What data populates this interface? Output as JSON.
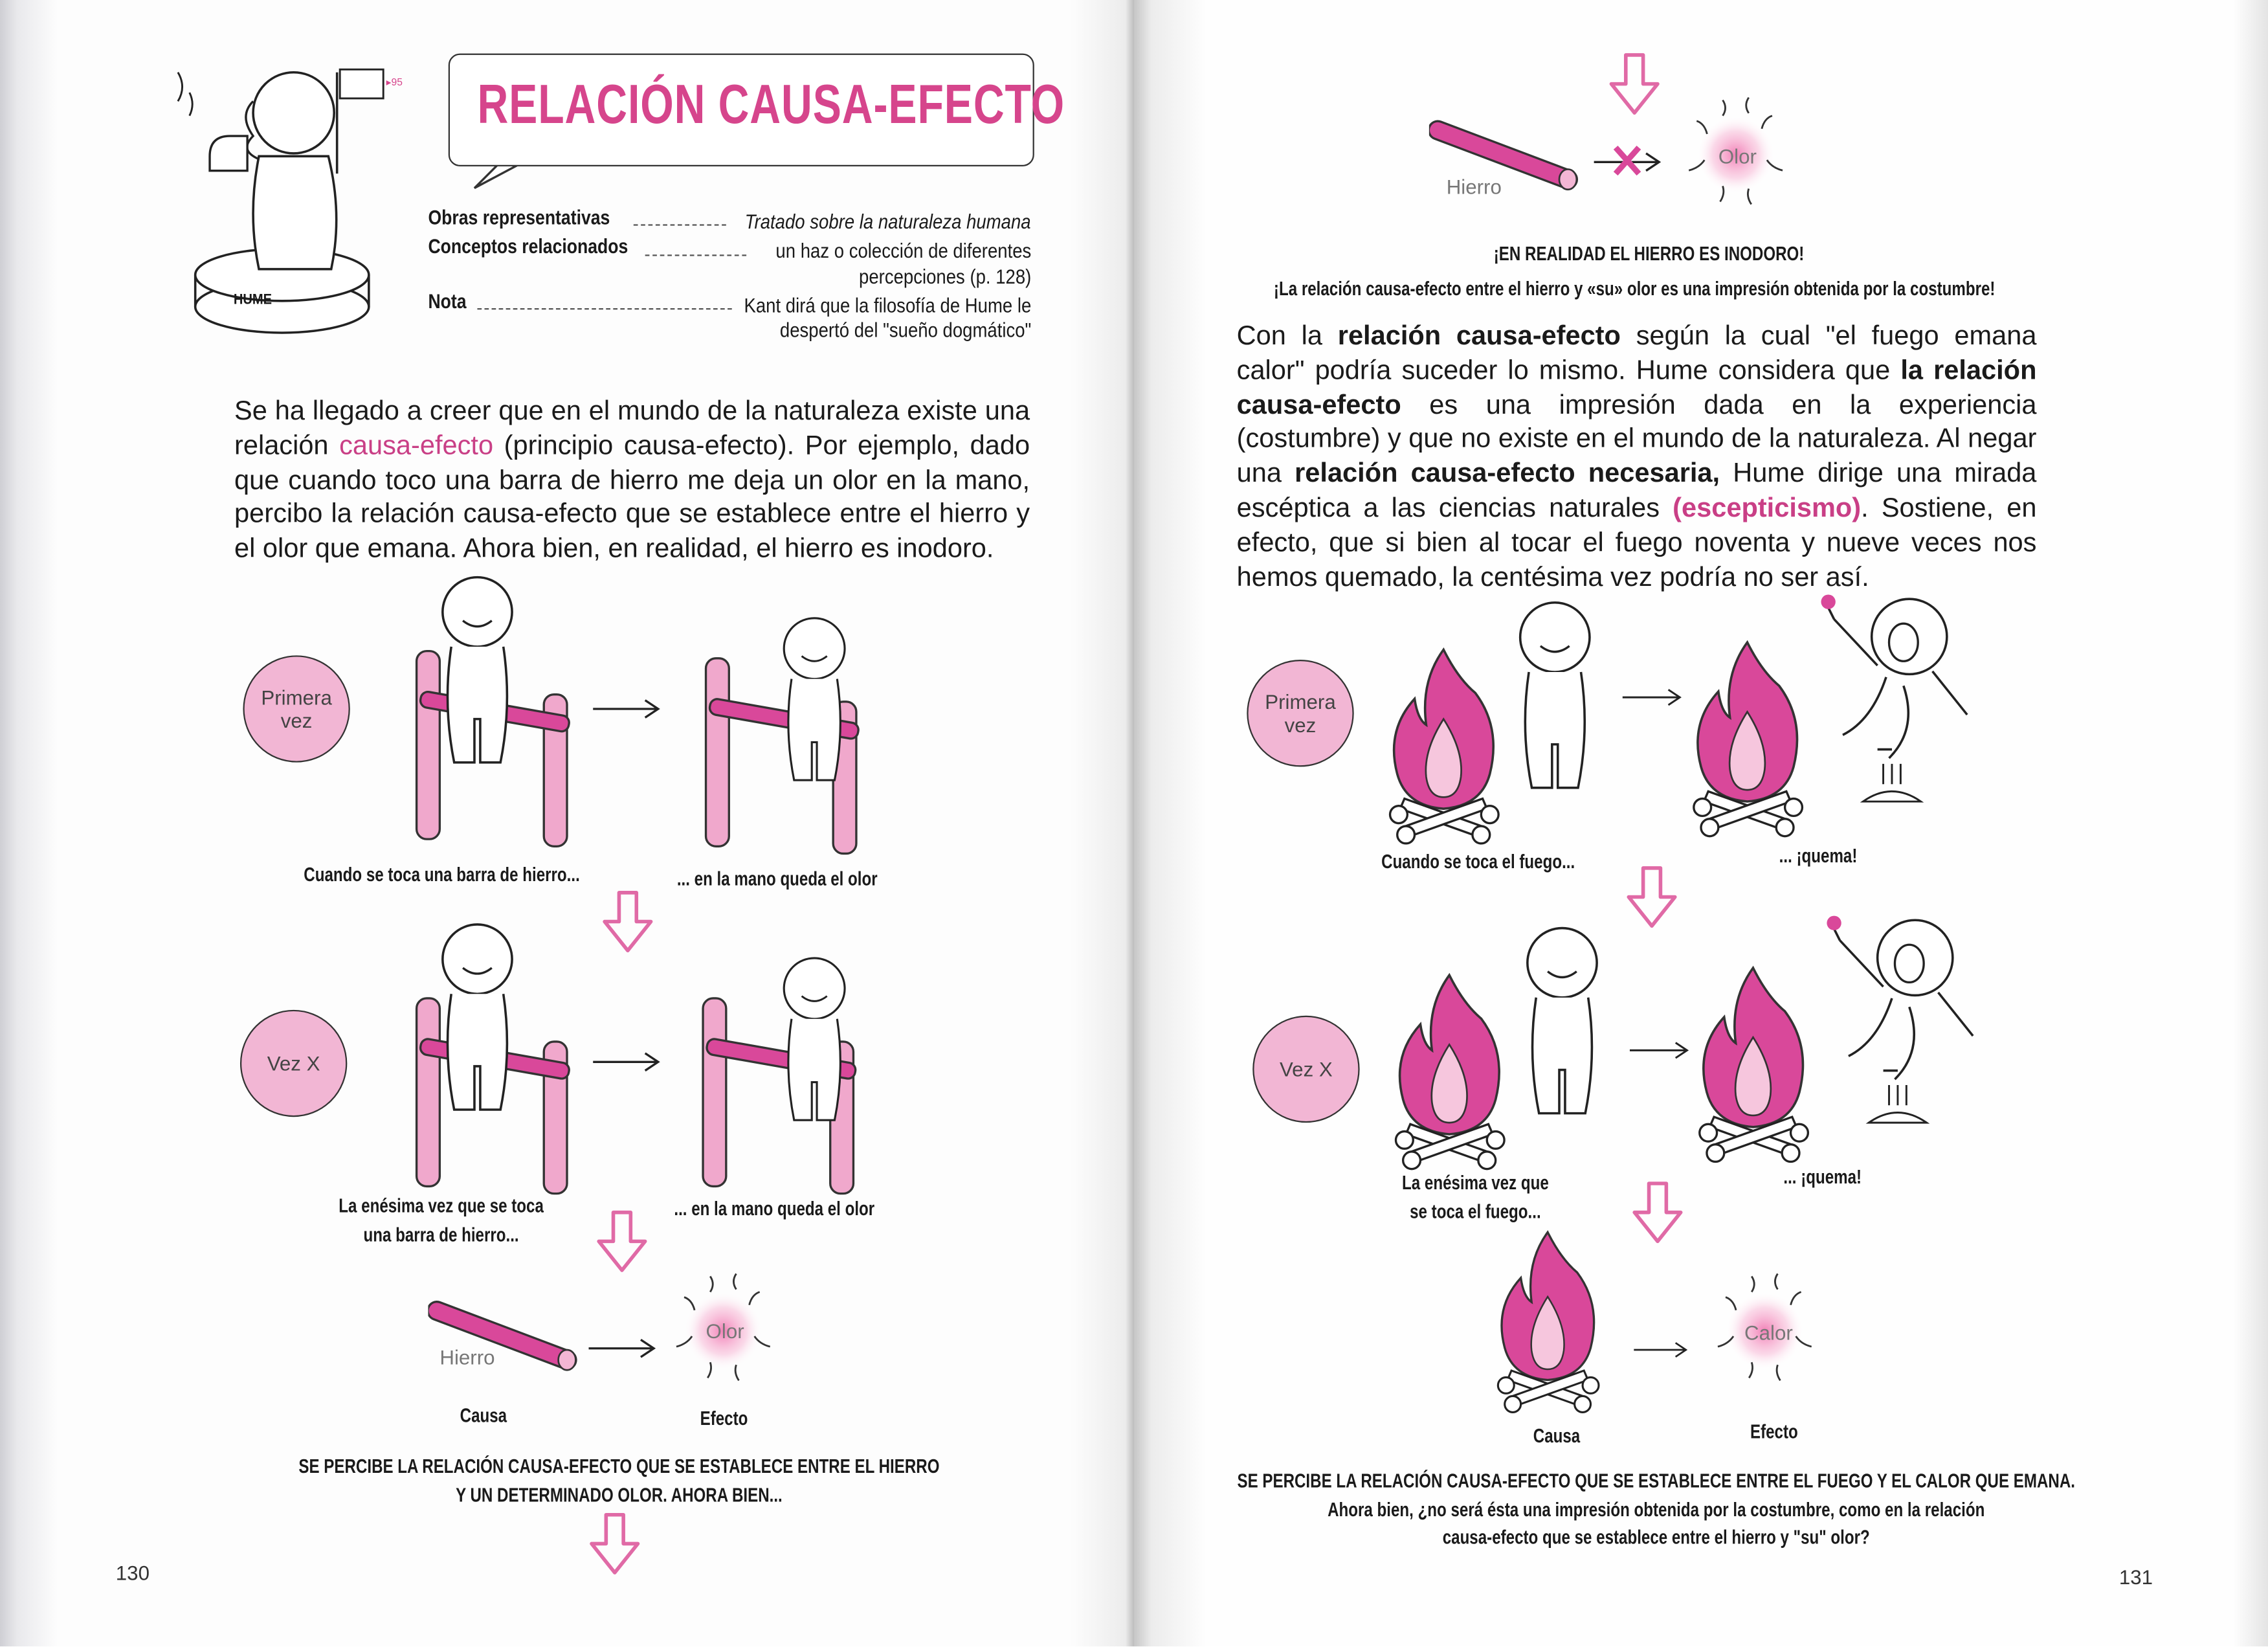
{
  "left_page": {
    "title": "RELACIÓN CAUSA-EFECTO",
    "philosopher_label": "HUME",
    "flag_ref": "▸95",
    "info": [
      {
        "label": "Obras representativas",
        "value": "Tratado sobre la naturaleza humana"
      },
      {
        "label": "Conceptos relacionados",
        "value": "un haz o colección de diferentes percepciones (p. 128)"
      },
      {
        "label": "Nota",
        "value": "Kant dirá que la filosofía de Hume le despertó del \"sueño dogmático\""
      }
    ],
    "paragraph": {
      "p1": "Se ha llegado a creer que en el mundo de la naturaleza existe una relación ",
      "highlight": "causa-efecto",
      "p2": " (principio causa-efecto). Por ejemplo, dado que cuando toco una barra de hierro me deja un olor en la mano, percibo la relación causa-efecto que se establece entre el hierro y el olor que emana. Ahora bien, en realidad, el hierro es inodoro."
    },
    "row1": {
      "badge": "Primera vez",
      "cause_caption": "Cuando se toca una barra de hierro...",
      "effect_caption": "... en la mano queda el olor"
    },
    "row2": {
      "badge": "Vez X",
      "cause_caption_1": "La enésima vez que se toca",
      "cause_caption_2": "una barra de hierro...",
      "effect_caption": "... en la mano queda el olor"
    },
    "summary": {
      "iron_label": "Hierro",
      "smell_label": "Olor",
      "cause": "Causa",
      "effect": "Efecto"
    },
    "conclusion_1": "SE PERCIBE LA RELACIÓN CAUSA-EFECTO QUE SE ESTABLECE ENTRE EL HIERRO",
    "conclusion_2": "Y UN DETERMINADO OLOR. AHORA BIEN...",
    "page_number": "130"
  },
  "right_page": {
    "top_diagram": {
      "iron_label": "Hierro",
      "smell_label": "Olor"
    },
    "heading": "¡EN REALIDAD EL HIERRO ES INODORO!",
    "subheading": "¡La relación causa-efecto entre el hierro y «su» olor es una impresión obtenida por la costumbre!",
    "paragraph": {
      "a": "Con la ",
      "b": "relación causa-efecto",
      "c": " según la cual \"el fuego emana calor\" podría suceder lo mismo. Hume considera que ",
      "d": "la relación causa-efecto",
      "e": " es una impresión dada en la experiencia (costumbre) y que no existe en el mundo de la naturaleza. Al negar una ",
      "f": "relación causa-efecto necesaria,",
      "g": " Hume dirige una mirada escéptica a las ciencias naturales ",
      "h": "(escepticismo)",
      "i": ". Sostiene, en efecto, que si bien al tocar el fuego noventa y nueve veces nos hemos quemado, la centésima vez podría no ser así."
    },
    "row1": {
      "badge": "Primera vez",
      "cause_caption": "Cuando se toca el fuego...",
      "effect_caption": "... ¡quema!"
    },
    "row2": {
      "badge": "Vez X",
      "cause_caption_1": "La enésima vez que",
      "cause_caption_2": "se toca el fuego...",
      "effect_caption": "... ¡quema!"
    },
    "summary": {
      "heat_label": "Calor",
      "cause": "Causa",
      "effect": "Efecto"
    },
    "conclusion_1": "SE PERCIBE LA RELACIÓN CAUSA-EFECTO QUE SE ESTABLECE ENTRE EL FUEGO Y EL CALOR QUE EMANA.",
    "conclusion_2": "Ahora bien, ¿no será ésta una impresión obtenida por la costumbre, como en la relación",
    "conclusion_3": "causa-efecto que se establece entre el hierro y \"su\" olor?",
    "page_number": "131"
  },
  "colors": {
    "accent": "#d6458c",
    "light_pink": "#f2b6d4",
    "flame": "#d9489a"
  }
}
